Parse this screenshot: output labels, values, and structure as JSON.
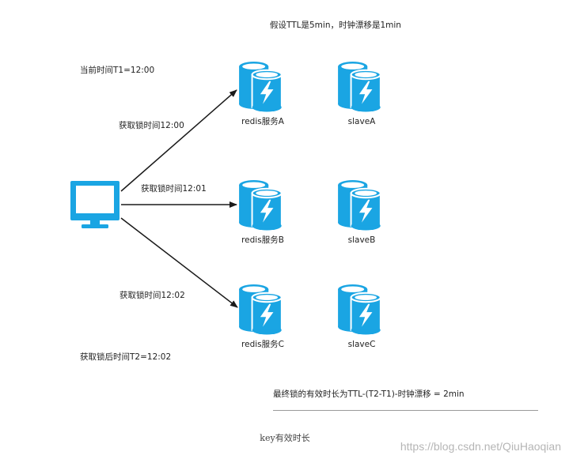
{
  "assumption": "假设TTL是5min，时钟漂移是1min",
  "start_time": "当前时间T1=12:00",
  "end_time": "获取锁后时间T2=12:02",
  "arrows": [
    {
      "label": "获取锁时间12:00"
    },
    {
      "label": "获取锁时间12:01"
    },
    {
      "label": "获取锁时间12:02"
    }
  ],
  "masters": [
    {
      "label": "redis服务A"
    },
    {
      "label": "redis服务B"
    },
    {
      "label": "redis服务C"
    }
  ],
  "slaves": [
    {
      "label": "slaveA"
    },
    {
      "label": "slaveB"
    },
    {
      "label": "slaveC"
    }
  ],
  "result": "最终锁的有效时长为TTL-(T2-T1)-时钟漂移 = 2min",
  "caption": "key有效时长",
  "watermark": "https://blog.csdn.net/QiuHaoqian",
  "colors": {
    "icon": "#1aa5e3",
    "icon_dark": "#0e86c2",
    "arrow": "#1a1a1a"
  },
  "icons": {
    "client": "monitor-icon",
    "server": "redis-database-icon"
  }
}
